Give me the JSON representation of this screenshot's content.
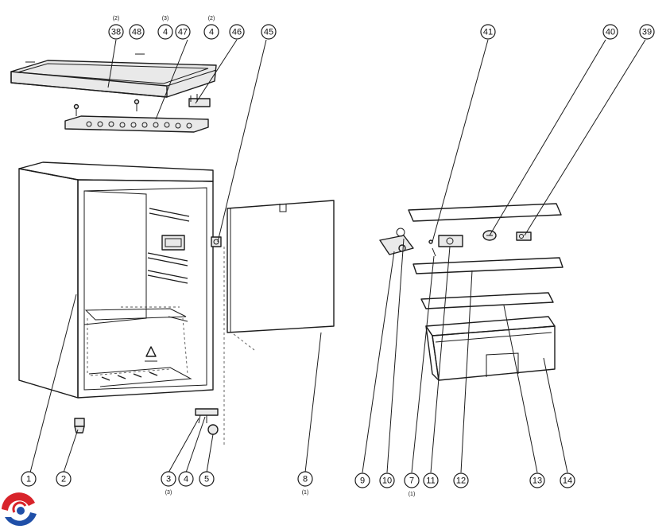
{
  "callouts": [
    {
      "id": "top-38",
      "label": "38",
      "qty": "(2)"
    },
    {
      "id": "top-48",
      "label": "48",
      "qty": ""
    },
    {
      "id": "top-4a",
      "label": "4",
      "qty": "(3)"
    },
    {
      "id": "top-47",
      "label": "47",
      "qty": ""
    },
    {
      "id": "top-4b",
      "label": "4",
      "qty": "(2)"
    },
    {
      "id": "top-46",
      "label": "46",
      "qty": ""
    },
    {
      "id": "top-45",
      "label": "45",
      "qty": ""
    },
    {
      "id": "top-41",
      "label": "41",
      "qty": ""
    },
    {
      "id": "top-40",
      "label": "40",
      "qty": ""
    },
    {
      "id": "top-39",
      "label": "39",
      "qty": ""
    },
    {
      "id": "bot-1",
      "label": "1",
      "qty": ""
    },
    {
      "id": "bot-2",
      "label": "2",
      "qty": ""
    },
    {
      "id": "bot-3",
      "label": "3",
      "qty": "(3)"
    },
    {
      "id": "bot-4",
      "label": "4",
      "qty": ""
    },
    {
      "id": "bot-5",
      "label": "5",
      "qty": ""
    },
    {
      "id": "bot-8",
      "label": "8",
      "qty": "(1)"
    },
    {
      "id": "bot-9",
      "label": "9",
      "qty": ""
    },
    {
      "id": "bot-10",
      "label": "10",
      "qty": ""
    },
    {
      "id": "bot-7",
      "label": "7",
      "qty": "(1)"
    },
    {
      "id": "bot-11",
      "label": "11",
      "qty": ""
    },
    {
      "id": "bot-12",
      "label": "12",
      "qty": ""
    },
    {
      "id": "bot-13",
      "label": "13",
      "qty": ""
    },
    {
      "id": "bot-14",
      "label": "14",
      "qty": ""
    }
  ],
  "colors": {
    "logo_red": "#d8232a",
    "logo_blue": "#1f4fa8",
    "line": "#1c1c1c"
  },
  "icons": [
    "recycle-triangle-icon",
    "brand-logo-icon"
  ]
}
